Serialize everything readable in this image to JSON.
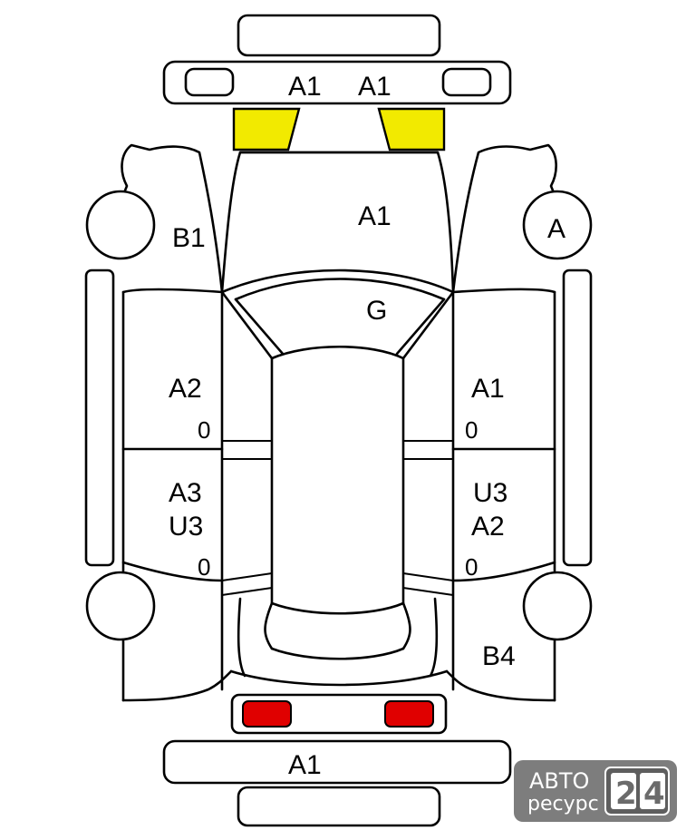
{
  "labels": {
    "front_bumper_left": "A1",
    "front_bumper_right": "A1",
    "hood": "A1",
    "windshield": "G",
    "left_front_fender": "B1",
    "right_front_fender": "A",
    "left_front_door": "A2",
    "right_front_door": "A1",
    "left_rear_door_line1": "A3",
    "left_rear_door_line2": "U3",
    "right_rear_door_line1": "U3",
    "right_rear_door_line2": "A2",
    "right_rear_quarter": "B4",
    "rear_bumper": "A1",
    "left_front_handle": "0",
    "left_rear_handle": "0",
    "right_front_handle": "0",
    "right_rear_handle": "0"
  },
  "colors": {
    "headlights": "#f2ea00",
    "taillights": "#e00000",
    "outline": "#000000",
    "watermark_bg": "#7d7d7d"
  },
  "watermark": {
    "line1": "АВТО",
    "line2": "ресурс",
    "digit1": "2",
    "digit2": "4"
  }
}
